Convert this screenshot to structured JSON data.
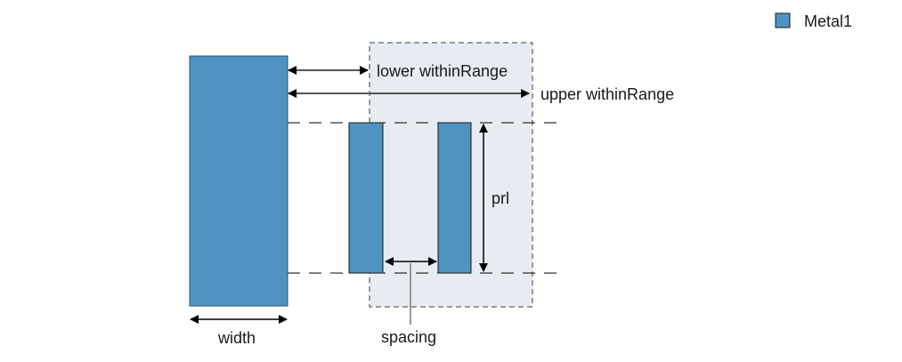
{
  "legend": {
    "items": [
      {
        "label": "Metal1",
        "color": "#4f93c2"
      }
    ]
  },
  "labels": {
    "lower_within_range": "lower withinRange",
    "upper_within_range": "upper withinRange",
    "prl": "prl",
    "spacing": "spacing",
    "width": "width"
  },
  "colors": {
    "metal": "#4f93c2",
    "region_fill": "#e6ecf1",
    "region_border": "#7a7a7a",
    "line": "#000000"
  }
}
